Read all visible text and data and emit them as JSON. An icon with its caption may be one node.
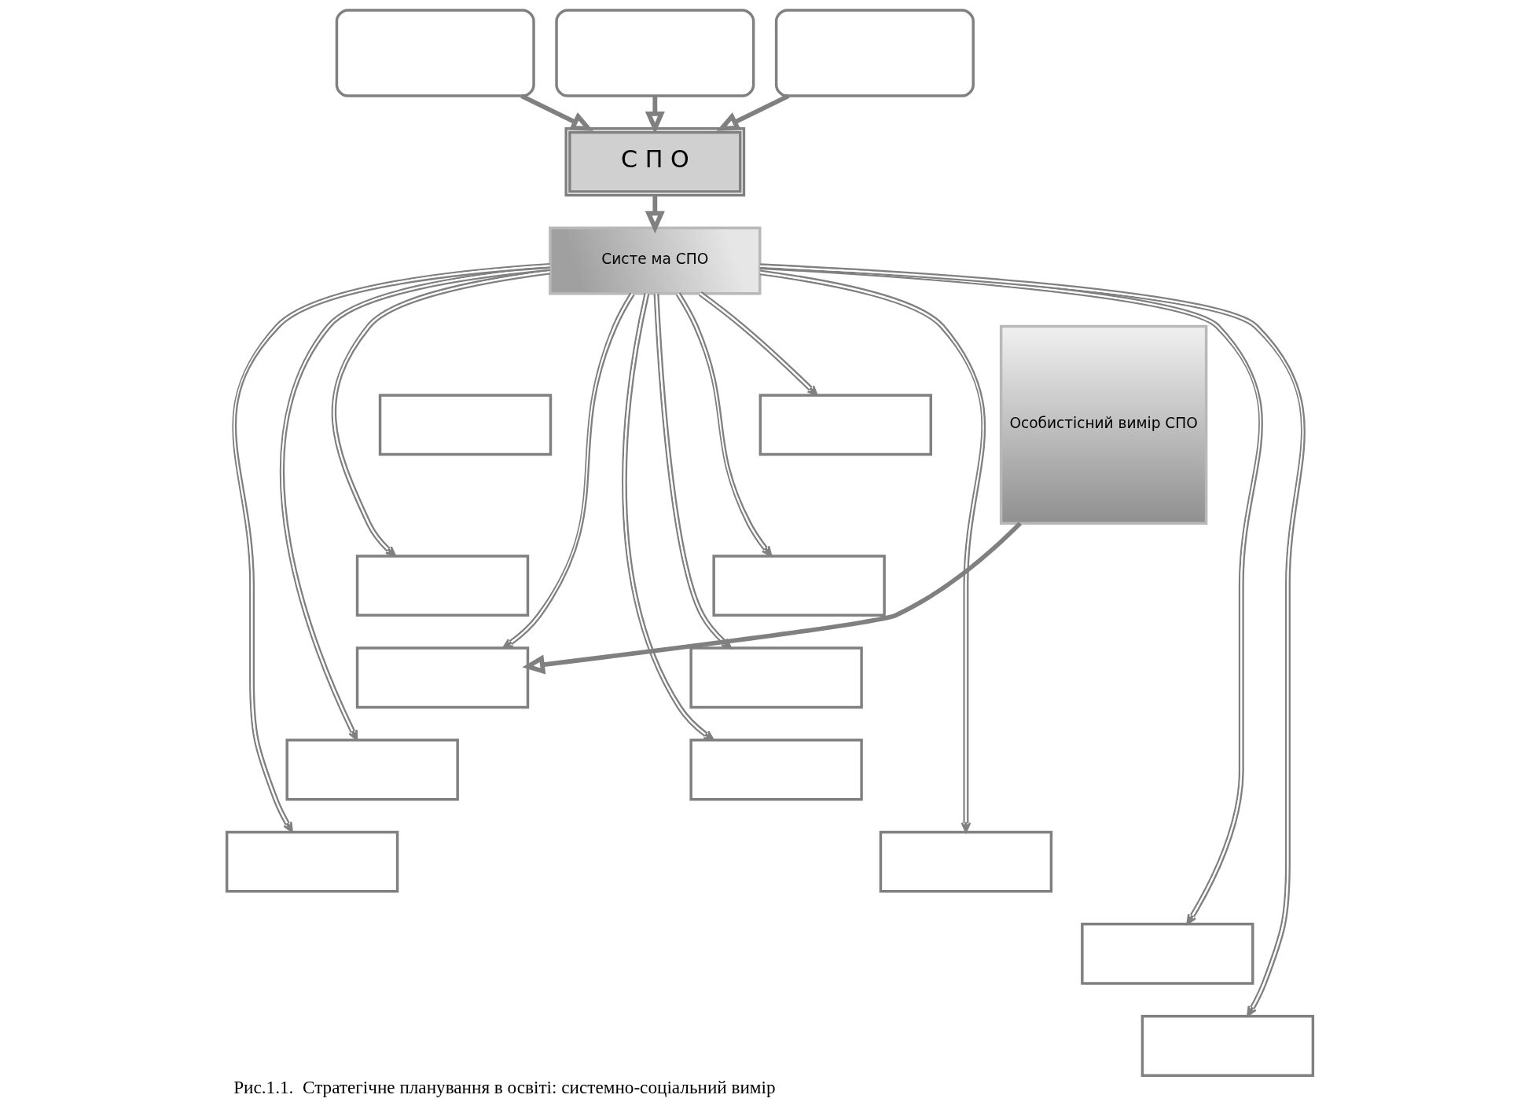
{
  "diagram": {
    "caption": "Рис.1.1.  Стратегічне планування в освіті: системно-соціальний вимір",
    "nodes": [
      {
        "text": [],
        "shape": "box"
      },
      {
        "text": [],
        "shape": "box"
      },
      {
        "text": [],
        "shape": "box"
      },
      {
        "text": [
          "С П О"
        ]
      },
      {
        "text": [
          "Систе ма СПО"
        ]
      },
      {
        "text": [
          "Особистісний вимір СПО"
        ]
      },
      {
        "text": [],
        "shape": "box"
      },
      {
        "text": [],
        "shape": "box"
      },
      {
        "text": [],
        "shape": "box"
      },
      {
        "text": [],
        "shape": "box"
      },
      {
        "text": [],
        "shape": "box"
      },
      {
        "text": [],
        "shape": "box"
      },
      {
        "text": [],
        "shape": "box"
      },
      {
        "text": [],
        "shape": "box"
      },
      {
        "text": [],
        "shape": "box"
      },
      {
        "text": [],
        "shape": "box"
      },
      {
        "text": [],
        "shape": "box"
      },
      {
        "text": [],
        "shape": "box"
      }
    ],
    "edges": [
      {
        "from": 0,
        "to": 3,
        "arrow": "to",
        "style": "thick"
      },
      {
        "from": 1,
        "to": 3,
        "arrow": "to",
        "style": "thick"
      },
      {
        "from": 2,
        "to": 3,
        "arrow": "to",
        "style": "thick"
      },
      {
        "from": 3,
        "to": 4,
        "arrow": "to",
        "style": "thick"
      },
      {
        "from": 5,
        "to": 8,
        "arrow": "to",
        "style": "thick"
      },
      {
        "from": 4,
        "to": 7,
        "arrow": "to"
      },
      {
        "from": 4,
        "to": 8,
        "arrow": "to"
      },
      {
        "from": 4,
        "to": 9,
        "arrow": "to"
      },
      {
        "from": 4,
        "to": 10,
        "arrow": "to"
      },
      {
        "from": 4,
        "to": 11,
        "arrow": "to"
      },
      {
        "from": 4,
        "to": 12,
        "arrow": "to"
      },
      {
        "from": 4,
        "to": 13,
        "arrow": "to"
      },
      {
        "from": 4,
        "to": 14,
        "arrow": "to"
      },
      {
        "from": 4,
        "to": 15,
        "arrow": "to"
      },
      {
        "from": 4,
        "to": 16,
        "arrow": "to"
      },
      {
        "from": 4,
        "to": 17,
        "arrow": "to"
      }
    ]
  }
}
